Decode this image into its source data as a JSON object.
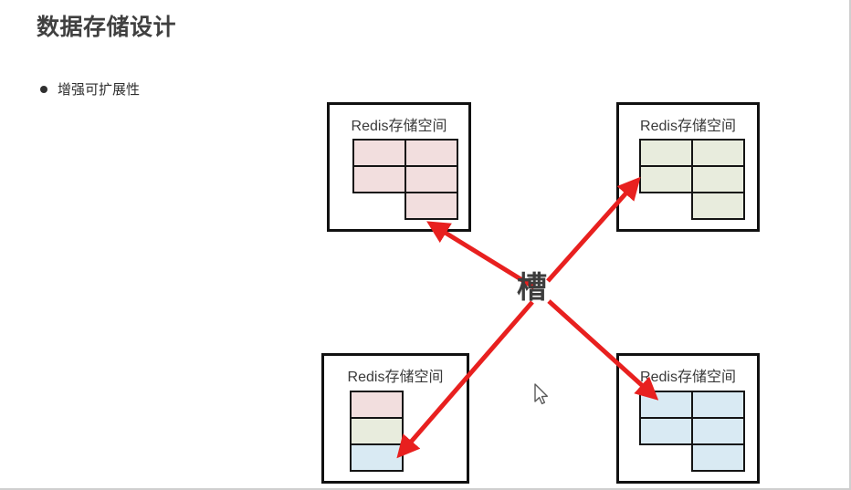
{
  "slide": {
    "title": "数据存储设计",
    "bullet": "增强可扩展性",
    "bullet_glyph": "bullet-dot"
  },
  "diagram": {
    "center_label": "槽",
    "arrow_color": "#e8201f",
    "box_border_color": "#111111",
    "colors": {
      "pink": "#f2dede",
      "green": "#e8ecdd",
      "blue": "#d9eaf3"
    },
    "nodes": [
      {
        "id": "redis-top-left",
        "label": "Redis存储空间",
        "layout": "grid-2x2-plus-one",
        "cells": [
          "pink",
          "pink",
          "pink",
          "pink",
          "pink"
        ]
      },
      {
        "id": "redis-top-right",
        "label": "Redis存储空间",
        "layout": "grid-2x2-plus-one",
        "cells": [
          "green",
          "green",
          "green",
          "green",
          "green"
        ]
      },
      {
        "id": "redis-bottom-left",
        "label": "Redis存储空间",
        "layout": "column-3",
        "cells": [
          "pink",
          "green",
          "blue"
        ]
      },
      {
        "id": "redis-bottom-right",
        "label": "Redis存储空间",
        "layout": "grid-2x2-plus-one",
        "cells": [
          "blue",
          "blue",
          "blue",
          "blue",
          "blue"
        ]
      }
    ],
    "arrows": [
      {
        "id": "arrow-to-top-left",
        "from": "center",
        "to": "redis-top-left"
      },
      {
        "id": "arrow-to-top-right",
        "from": "center",
        "to": "redis-top-right"
      },
      {
        "id": "arrow-to-bottom-left",
        "from": "center",
        "to": "redis-bottom-left"
      },
      {
        "id": "arrow-to-bottom-right",
        "from": "center",
        "to": "redis-bottom-right"
      }
    ]
  },
  "cursor": {
    "icon": "mouse-pointer"
  }
}
